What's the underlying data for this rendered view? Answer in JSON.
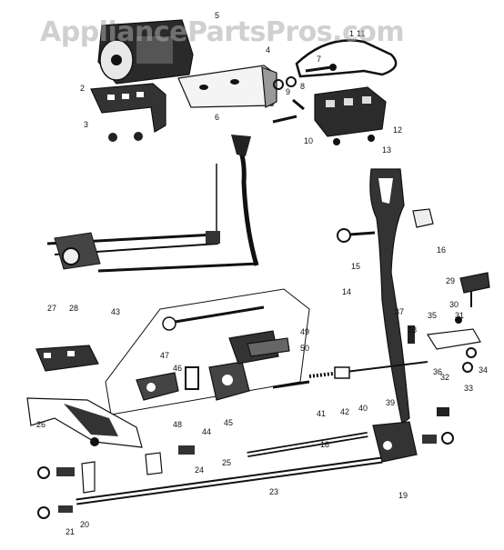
{
  "watermark": "AppliancePartsPros.com",
  "callout_numbers": [
    "1",
    "2",
    "3",
    "4",
    "5",
    "6",
    "7",
    "8",
    "9",
    "10",
    "11",
    "12",
    "13",
    "14",
    "15",
    "16",
    "18",
    "19",
    "20",
    "21",
    "23",
    "24",
    "25",
    "26",
    "27",
    "28",
    "29",
    "30",
    "31",
    "32",
    "33",
    "34",
    "35",
    "36",
    "37",
    "38",
    "39",
    "40",
    "41",
    "42",
    "43",
    "44",
    "45",
    "46",
    "47",
    "48",
    "49",
    "50"
  ]
}
